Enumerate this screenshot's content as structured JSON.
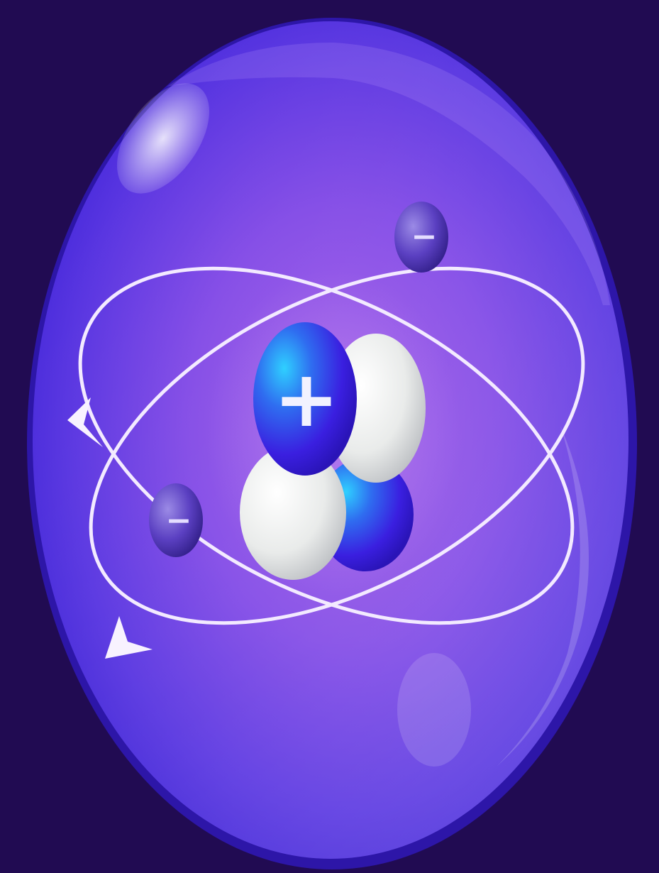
{
  "illustration": {
    "colors": {
      "background": "#210b52",
      "sphere_edge": "#3a1fd6",
      "sphere_center": "#9b55e8",
      "orbit": "#f3eaff",
      "proton": "#3c1fe0",
      "neutron": "#eef0ee",
      "electron": "#5a3fbf"
    },
    "nucleus": {
      "proton_sign": "+",
      "particles": [
        "proton",
        "neutron",
        "neutron",
        "proton"
      ]
    },
    "electrons": [
      {
        "charge_sign": "−"
      },
      {
        "charge_sign": "−"
      }
    ],
    "orbit_count": 2,
    "orbit_arrow_count": 2
  }
}
